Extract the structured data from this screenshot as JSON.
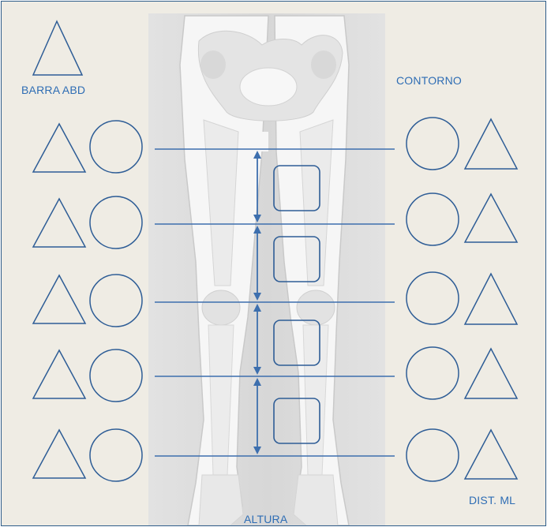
{
  "labels": {
    "barra_abd": "BARRA ABD",
    "contorno": "CONTORNO",
    "dist_ml": "DIST. ML",
    "altura": "ALTURA"
  },
  "colors": {
    "shape_stroke": "#2e5d96",
    "line_stroke": "#3d6fae",
    "label_text": "#2e6db4",
    "background": "#efece4",
    "photo_background": "#dcdcdc",
    "leg_fill": "#f6f6f6",
    "bone_fill": "#e6e6e6",
    "border": "#2f5d8a"
  },
  "diagram": {
    "measurement_rows": 5,
    "height_segments": 4,
    "left_side": [
      "triangle",
      "circle"
    ],
    "right_side": [
      "circle",
      "triangle"
    ]
  }
}
